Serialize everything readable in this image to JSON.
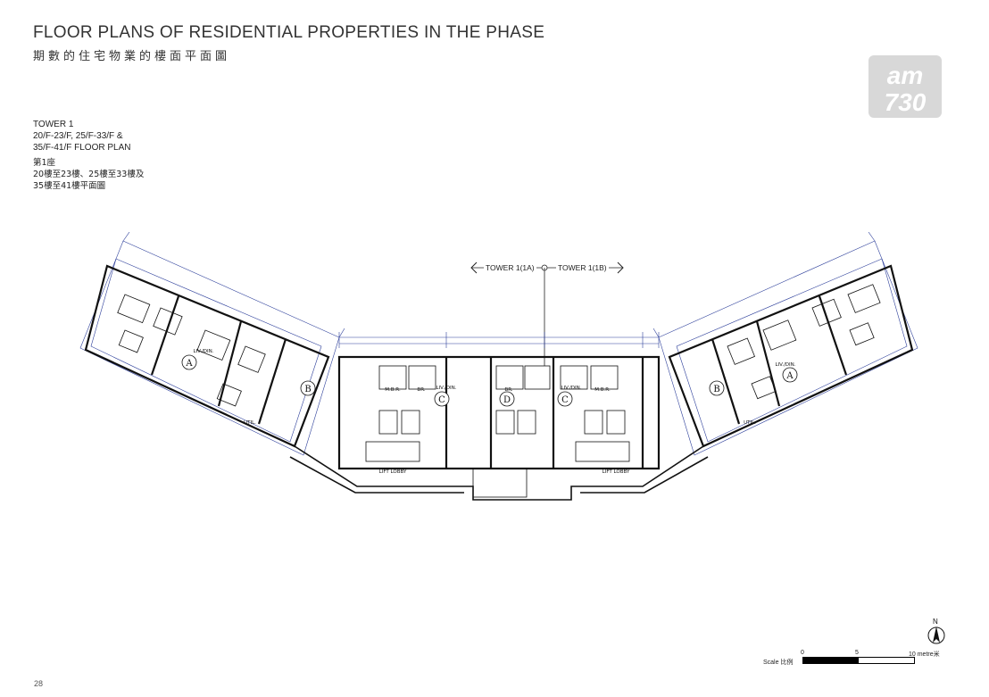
{
  "header": {
    "title_en": "FLOOR PLANS OF RESIDENTIAL PROPERTIES IN THE PHASE",
    "title_zh": "期數的住宅物業的樓面平面圖"
  },
  "plan_label": {
    "tower": "TOWER 1",
    "floors_line1": "20/F-23/F, 25/F-33/F &",
    "floors_line2": "35/F-41/F FLOOR PLAN",
    "tower_zh": "第1座",
    "floors_zh_line1": "20樓至23樓、25樓至33樓及",
    "floors_zh_line2": "35樓至41樓平面圖"
  },
  "tower_split": {
    "left_label": "TOWER 1(1A)",
    "right_label": "TOWER 1(1B)"
  },
  "units": [
    "A",
    "B",
    "C",
    "D",
    "C",
    "B",
    "A"
  ],
  "rooms": {
    "living": "LIV./DIN.",
    "bedroom": "BR.",
    "master": "M.B.R.",
    "lift_lobby": "LIFT LOBBY",
    "utility": "UTIL."
  },
  "logo": {
    "line1": "am",
    "line2": "730"
  },
  "scale": {
    "label": "Scale 比例",
    "tick_0": "0",
    "tick_5": "5",
    "tick_10": "10 metre米"
  },
  "page_number": "28",
  "colors": {
    "dimension_lines": "#2c3e9a",
    "walls": "#111111"
  }
}
